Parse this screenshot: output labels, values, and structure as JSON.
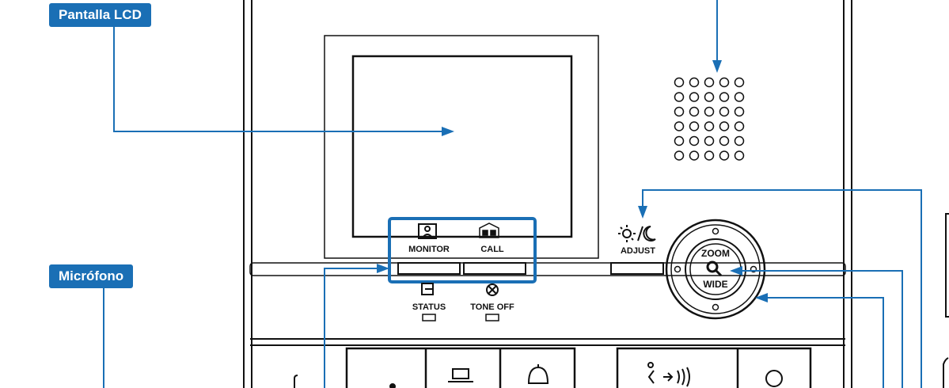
{
  "callouts": {
    "lcd": "Pantalla LCD",
    "mic": "Micrófono"
  },
  "device_labels": {
    "monitor": "MONITOR",
    "call": "CALL",
    "adjust": "ADJUST",
    "status": "STATUS",
    "tone_off": "TONE OFF",
    "zoom": "ZOOM",
    "wide": "WIDE"
  },
  "icons": [
    "monitor-icon",
    "call-icon",
    "brightness-icon",
    "status-icon",
    "tone-off-icon",
    "magnifier-icon",
    "speaker-grille",
    "door-release-icon",
    "bell-icon",
    "talk-icon"
  ],
  "colors": {
    "callout": "#1a6fb5",
    "leader_line": "#1a6fb5",
    "device_outline": "#111111"
  }
}
